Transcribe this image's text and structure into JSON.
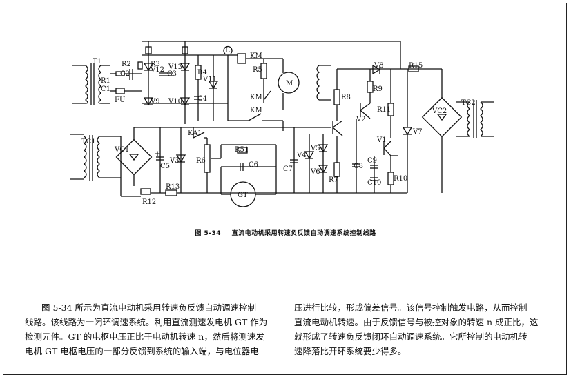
{
  "figure": {
    "number": "图 5-34",
    "title": "直流电动机采用转速负反馈自动调速系统控制线路"
  },
  "components": {
    "T1": "T1",
    "TC1": "TC1",
    "TC2": "TC2",
    "VC1": "VC1",
    "VC2": "VC2",
    "FU": "FU",
    "KA1": "KA1",
    "KM_1": "KM",
    "KM_2": "KM",
    "KM_3": "KM",
    "L": "L",
    "M": "M",
    "GT": "GT",
    "R1": "R1",
    "R2": "R2",
    "R3": "R3",
    "R4": "R4",
    "R5": "R5",
    "R51": "R51",
    "R6": "R6",
    "R7": "R7",
    "R8": "R8",
    "R9": "R9",
    "R10": "R10",
    "R11": "R11",
    "R12": "R12",
    "R13": "R13",
    "R15": "R15",
    "C1": "C1",
    "C2": "C2",
    "C3": "C3",
    "C4": "C4",
    "C5": "C5",
    "C6": "C6",
    "C7": "C7",
    "C8": "C8",
    "C9": "C9",
    "C10": "C10",
    "V1": "V1",
    "V2": "V2",
    "V3": "V3",
    "V4": "V4",
    "V5": "V5",
    "V6": "V6",
    "V7": "V7",
    "V8": "V8",
    "V9": "V9",
    "V10": "V10",
    "V11": "V11",
    "V12": "V12",
    "V13": "V13",
    "plus": "+"
  },
  "paragraph": {
    "left_lines": [
      "图 5-34 所示为直流电动机采用转速负反馈自动调速控制",
      "线路。该线路为一闭环调速系统。利用直流测速发电机 GT 作为",
      "检测元件。GT 的电枢电压正比于电动机转速 n，然后将测速发",
      "电机 GT 电枢电压的一部分反馈到系统的输入端，与电位器电"
    ],
    "right_lines": [
      "压进行比较，形成偏差信号。该信号控制触发电路，从而控制",
      "直流电动机转速。由于反馈信号与被控对象的转速 n 成正比，这",
      "就形成了转速负反馈闭环自动调速系统。它所控制的电动机转",
      "速降落比开环系统要少得多。"
    ]
  }
}
